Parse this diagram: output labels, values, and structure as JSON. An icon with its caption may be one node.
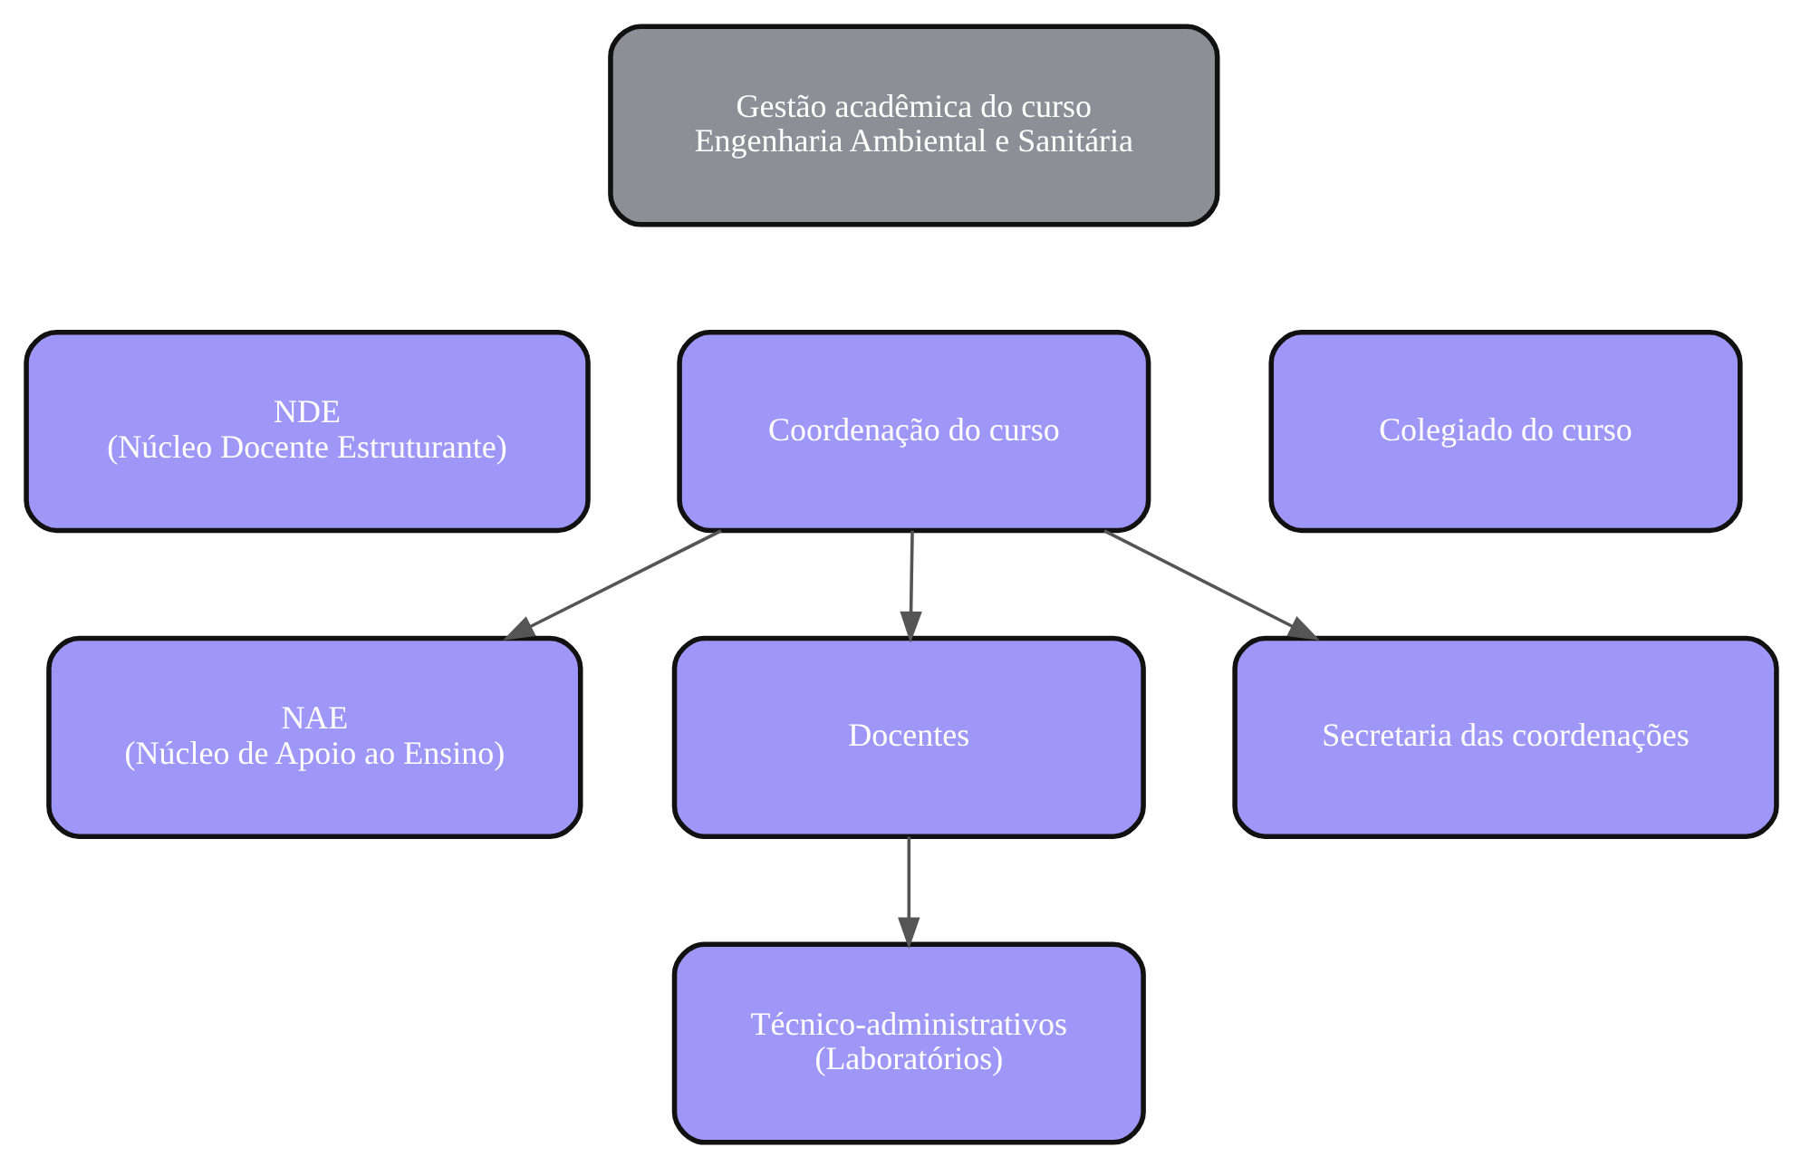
{
  "diagram": {
    "nodes": [
      {
        "text": [
          "Gestão acadêmica do curso Engenharia Ambiental e Sanitária"
        ]
      },
      {
        "text": [
          "NDE (Núcleo Docente Estruturante)"
        ]
      },
      {
        "text": [
          "Coordenação do curso"
        ]
      },
      {
        "text": [
          "Colegiado do curso"
        ]
      },
      {
        "text": [
          "NAE (Núcleo de Apoio ao Ensino)"
        ]
      },
      {
        "text": [
          "Docentes"
        ]
      },
      {
        "text": [
          "Secretaria das coordenações"
        ]
      },
      {
        "text": [
          "Técnico-administrativos (Laboratórios)"
        ]
      }
    ],
    "edges": [
      {
        "from": 2,
        "to": 4,
        "arrow": "to"
      },
      {
        "from": 2,
        "to": 5,
        "arrow": "to"
      },
      {
        "from": 2,
        "to": 6,
        "arrow": "to"
      },
      {
        "from": 5,
        "to": 7,
        "arrow": "to"
      }
    ]
  }
}
